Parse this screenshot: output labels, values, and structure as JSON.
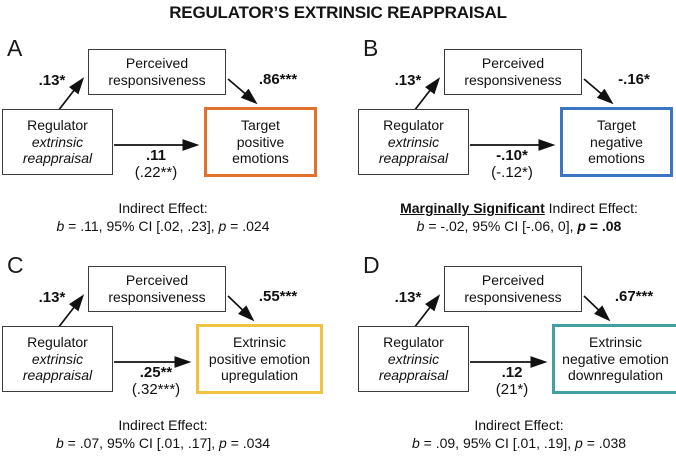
{
  "title": "REGULATOR’S EXTRINSIC REAPPRAISAL",
  "panels": [
    {
      "label": "A",
      "predictor": {
        "line1": "Regulator",
        "line2": "extrinsic",
        "line3": "reappraisal"
      },
      "mediator": {
        "line1": "Perceived",
        "line2": "responsiveness"
      },
      "outcome": {
        "line1": "Target",
        "line2": "positive",
        "line3": "emotions",
        "border_color": "#E0722D"
      },
      "path_a": ".13*",
      "path_b": ".86***",
      "direct_effect": ".11",
      "total_effect": "(.22**)",
      "indirect": {
        "label_highlight": "",
        "label": "Indirect Effect:",
        "b_symbol": "b",
        "b_rest": " = .11, 95% CI [.02, .23], ",
        "p_symbol": "p",
        "p_rest": " = .024"
      }
    },
    {
      "label": "B",
      "predictor": {
        "line1": "Regulator",
        "line2": "extrinsic",
        "line3": "reappraisal"
      },
      "mediator": {
        "line1": "Perceived",
        "line2": "responsiveness"
      },
      "outcome": {
        "line1": "Target",
        "line2": "negative",
        "line3": "emotions",
        "border_color": "#3B76C3"
      },
      "path_a": ".13*",
      "path_b": "-.16*",
      "direct_effect": "-.10*",
      "total_effect": "(-.12*)",
      "indirect": {
        "label_highlight": "Marginally Significant",
        "label": " Indirect Effect:",
        "b_symbol": "b",
        "b_rest": " = -.02, 95% CI [-.06, 0], ",
        "p_symbol": "p",
        "p_rest": " = .08"
      }
    },
    {
      "label": "C",
      "predictor": {
        "line1": "Regulator",
        "line2": "extrinsic",
        "line3": "reappraisal"
      },
      "mediator": {
        "line1": "Perceived",
        "line2": "responsiveness"
      },
      "outcome": {
        "line1": "Extrinsic",
        "line2": "positive emotion",
        "line3": "upregulation",
        "border_color": "#F0C242"
      },
      "path_a": ".13*",
      "path_b": ".55***",
      "direct_effect": ".25**",
      "total_effect": "(.32***)",
      "indirect": {
        "label_highlight": "",
        "label": "Indirect Effect:",
        "b_symbol": "b",
        "b_rest": " = .07, 95% CI [.01, .17], ",
        "p_symbol": "p",
        "p_rest": " = .034"
      }
    },
    {
      "label": "D",
      "predictor": {
        "line1": "Regulator",
        "line2": "extrinsic",
        "line3": "reappraisal"
      },
      "mediator": {
        "line1": "Perceived",
        "line2": "responsiveness"
      },
      "outcome": {
        "line1": "Extrinsic",
        "line2": "negative emotion",
        "line3": "downregulation",
        "border_color": "#40A0A2"
      },
      "path_a": ".13*",
      "path_b": ".67***",
      "direct_effect": ".12",
      "total_effect": "(21*)",
      "indirect": {
        "label_highlight": "",
        "label": "Indirect Effect:",
        "b_symbol": "b",
        "b_rest": " = .09, 95% CI [.01, .19], ",
        "p_symbol": "p",
        "p_rest": " = .038"
      }
    }
  ]
}
